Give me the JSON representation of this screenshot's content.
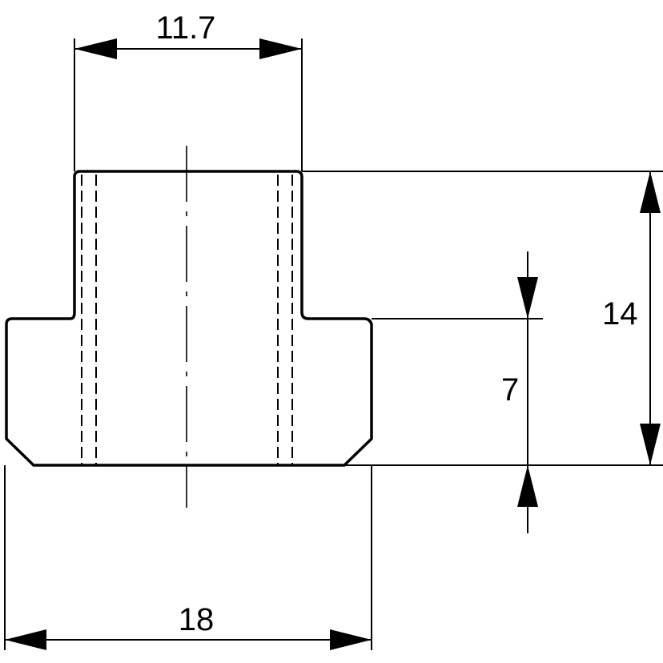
{
  "dimensions": {
    "top_width": "11.7",
    "bottom_width": "18",
    "total_height": "14",
    "flange_height": "7"
  }
}
